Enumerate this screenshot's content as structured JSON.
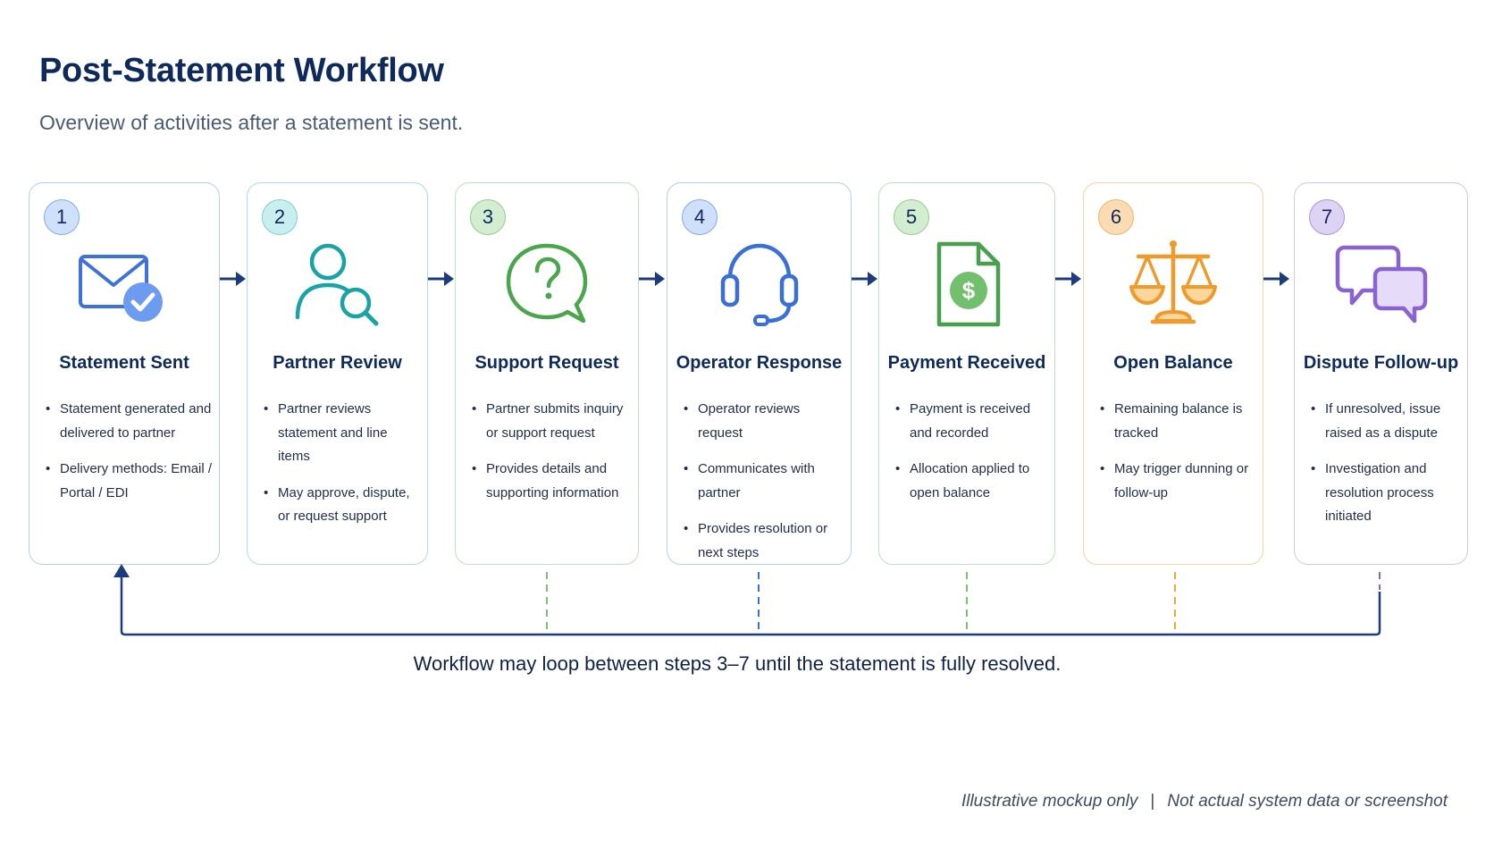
{
  "header": {
    "title": "Post-Statement Workflow",
    "subtitle": "Overview of activities after a statement is sent."
  },
  "steps": [
    {
      "number": "1",
      "title": "Statement Sent",
      "icon": "envelope-check-icon",
      "color": "#3f72d8",
      "bullets": [
        "Statement generated and delivered to partner",
        "Delivery methods: Email / Portal / EDI"
      ]
    },
    {
      "number": "2",
      "title": "Partner Review",
      "icon": "user-search-icon",
      "color": "#1aa3a6",
      "bullets": [
        "Partner reviews statement and line items",
        "May approve, dispute, or request support"
      ]
    },
    {
      "number": "3",
      "title": "Support Request",
      "icon": "question-bubble-icon",
      "color": "#4aa64d",
      "bullets": [
        "Partner submits inquiry or support request",
        "Provides details and supporting information"
      ]
    },
    {
      "number": "4",
      "title": "Operator Response",
      "icon": "headset-icon",
      "color": "#3a6fd6",
      "bullets": [
        "Operator reviews request",
        "Communicates with partner",
        "Provides resolution or next steps"
      ]
    },
    {
      "number": "5",
      "title": "Payment Received",
      "icon": "dollar-document-icon",
      "color": "#48a04e",
      "bullets": [
        "Payment is received and recorded",
        "Allocation applied to open balance"
      ]
    },
    {
      "number": "6",
      "title": "Open Balance",
      "icon": "balance-scale-icon",
      "color": "#f09a2a",
      "bullets": [
        "Remaining balance is tracked",
        "May trigger dunning or follow-up"
      ]
    },
    {
      "number": "7",
      "title": "Dispute Follow-up",
      "icon": "chat-bubbles-icon",
      "color": "#8a62d2",
      "bullets": [
        "If unresolved, issue raised as a dispute",
        "Investigation and resolution process initiated"
      ]
    }
  ],
  "loop_note": "Workflow may loop between steps 3–7 until the statement is fully resolved.",
  "footnote": {
    "left": "Illustrative mockup only",
    "separator": "|",
    "right": "Not actual system data or screenshot"
  },
  "colors": {
    "navy": "#1d3c7d",
    "title": "#0e2a5c"
  }
}
